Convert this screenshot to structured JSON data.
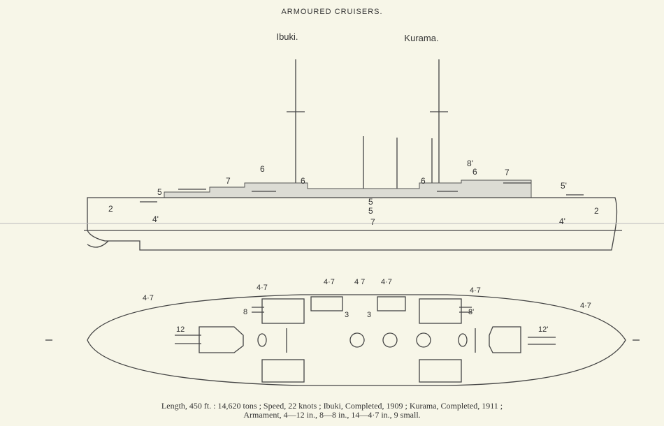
{
  "title": "ARMOURED CRUISERS.",
  "ship_names": [
    "Ibuki.",
    "Kurama."
  ],
  "side_view_labels": [
    "5",
    "7",
    "6",
    "6",
    "6",
    "6",
    "8'",
    "7",
    "5'",
    "2",
    "4'",
    "5",
    "7",
    "4'",
    "2",
    "5"
  ],
  "plan_view_labels": [
    "4·7",
    "4·7",
    "4·7",
    "4 7",
    "4·7",
    "4·7",
    "4·7",
    "8",
    "3",
    "3",
    "8'",
    "12",
    "12'"
  ],
  "caption": {
    "line1": "Length, 450 ft. : 14,620 tons ; Speed, 22 knots ; Ibuki, Completed, 1909 ; Kurama, Completed, 1911 ;",
    "line2": "Armament, 4—12 in., 8—8 in., 14—4·7 in., 9 small."
  }
}
